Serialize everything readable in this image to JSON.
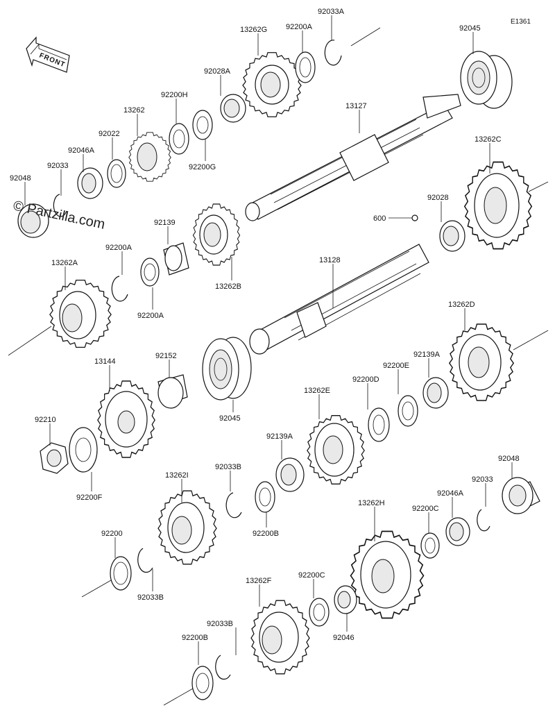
{
  "diagram_code": "E1361",
  "front_label": "FRONT",
  "watermark": "© Partzilla.com",
  "labels": [
    {
      "id": "l-92033a-top",
      "text": "92033A"
    },
    {
      "id": "l-13262g",
      "text": "13262G"
    },
    {
      "id": "l-92200a-top",
      "text": "92200A"
    },
    {
      "id": "l-92045-top",
      "text": "92045"
    },
    {
      "id": "l-92028a",
      "text": "92028A"
    },
    {
      "id": "l-92200h",
      "text": "92200H"
    },
    {
      "id": "l-13262",
      "text": "13262"
    },
    {
      "id": "l-92022",
      "text": "92022"
    },
    {
      "id": "l-13127",
      "text": "13127"
    },
    {
      "id": "l-92046a-left",
      "text": "92046A"
    },
    {
      "id": "l-92200g",
      "text": "92200G"
    },
    {
      "id": "l-13262c",
      "text": "13262C"
    },
    {
      "id": "l-92033-left",
      "text": "92033"
    },
    {
      "id": "l-92048-left",
      "text": "92048"
    },
    {
      "id": "l-92028",
      "text": "92028"
    },
    {
      "id": "l-600",
      "text": "600"
    },
    {
      "id": "l-92139",
      "text": "92139"
    },
    {
      "id": "l-92200a-mid",
      "text": "92200A"
    },
    {
      "id": "l-13262b",
      "text": "13262B"
    },
    {
      "id": "l-13128",
      "text": "13128"
    },
    {
      "id": "l-13262a",
      "text": "13262A"
    },
    {
      "id": "l-92200a-low",
      "text": "92200A"
    },
    {
      "id": "l-13262d",
      "text": "13262D"
    },
    {
      "id": "l-13144",
      "text": "13144"
    },
    {
      "id": "l-92152",
      "text": "92152"
    },
    {
      "id": "l-92139a-right",
      "text": "92139A"
    },
    {
      "id": "l-92200e",
      "text": "92200E"
    },
    {
      "id": "l-92200d",
      "text": "92200D"
    },
    {
      "id": "l-13262e",
      "text": "13262E"
    },
    {
      "id": "l-92210",
      "text": "92210"
    },
    {
      "id": "l-92045-mid",
      "text": "92045"
    },
    {
      "id": "l-92139a-mid",
      "text": "92139A"
    },
    {
      "id": "l-92200f",
      "text": "92200F"
    },
    {
      "id": "l-92048-right",
      "text": "92048"
    },
    {
      "id": "l-92033b-top",
      "text": "92033B"
    },
    {
      "id": "l-13262i",
      "text": "13262I"
    },
    {
      "id": "l-92033-right",
      "text": "92033"
    },
    {
      "id": "l-92046a-right",
      "text": "92046A"
    },
    {
      "id": "l-13262h",
      "text": "13262H"
    },
    {
      "id": "l-92200c-right",
      "text": "92200C"
    },
    {
      "id": "l-92200b-mid",
      "text": "92200B"
    },
    {
      "id": "l-92200",
      "text": "92200"
    },
    {
      "id": "l-92033b-mid",
      "text": "92033B"
    },
    {
      "id": "l-13262f",
      "text": "13262F"
    },
    {
      "id": "l-92200c-low",
      "text": "92200C"
    },
    {
      "id": "l-92033b-low",
      "text": "92033B"
    },
    {
      "id": "l-92046",
      "text": "92046"
    },
    {
      "id": "l-92200b-low",
      "text": "92200B"
    }
  ]
}
